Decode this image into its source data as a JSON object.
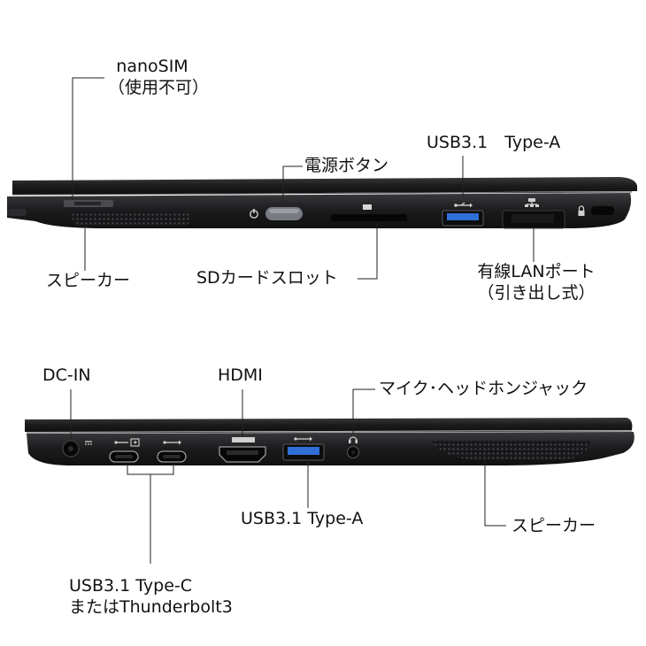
{
  "labels": {
    "nanosim": "nanoSIM",
    "nanosim_sub": "（使用不可）",
    "power_button": "電源ボタン",
    "usb_a_top": "USB3.1　Type-A",
    "speaker_top": "スピーカー",
    "sd_slot": "SDカードスロット",
    "lan_port": "有線LANポート",
    "lan_port_sub": "（引き出し式）",
    "dc_in": "DC-IN",
    "hdmi": "HDMI",
    "audio_jack": "マイク･ヘッドホンジャック",
    "usb_a_bottom": "USB3.1 Type-A",
    "speaker_bottom": "スピーカー",
    "usb_c": "USB3.1 Type-C",
    "usb_c_sub": "またはThunderbolt3"
  },
  "colors": {
    "body": "#1b1b1d",
    "body_edge": "#2b2b2e",
    "port": "#0c0c0d",
    "usb_blue": "#2f6fd6",
    "leader": "#222222",
    "text": "#111111"
  }
}
